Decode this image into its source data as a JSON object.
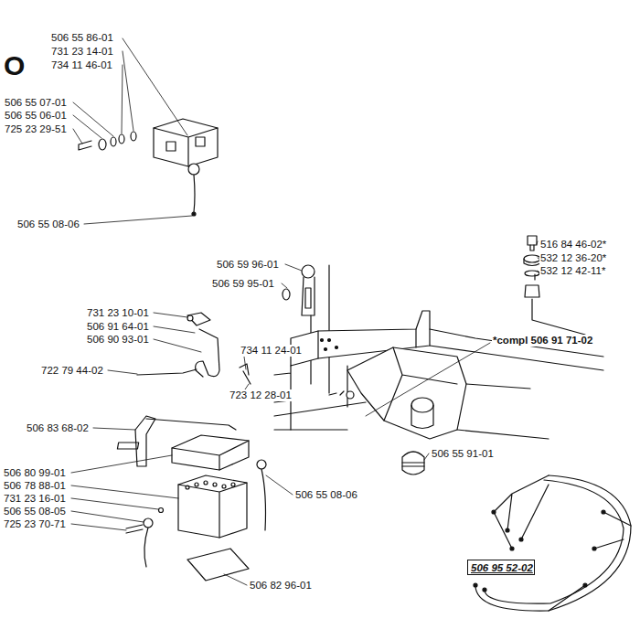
{
  "diagram": {
    "title": "O",
    "nodes": [
      {
        "text": [
          "506 95 52-02"
        ]
      }
    ],
    "labels": [
      "506 55 86-01",
      "731 23 14-01",
      "734 11 46-01",
      "506 55 07-01",
      "506 55 06-01",
      "725 23 29-51",
      "506 55 08-06",
      "516 84 46-02*",
      "532 12 36-20*",
      "532 12 42-11*",
      "506 59 96-01",
      "506 59 95-01",
      "731 23 10-01",
      "506 91 64-01",
      "506 90 93-01",
      "*compl 506 91 71-02",
      "734 11 24-01",
      "722 79 44-02",
      "723 12 28-01",
      "506 83 68-02",
      "506 55 91-01",
      "506 80 99-01",
      "506 78 88-01",
      "731 23 16-01",
      "506 55 08-05",
      "725 23 70-71",
      "506 55 08-06",
      "506 82 96-01"
    ]
  }
}
